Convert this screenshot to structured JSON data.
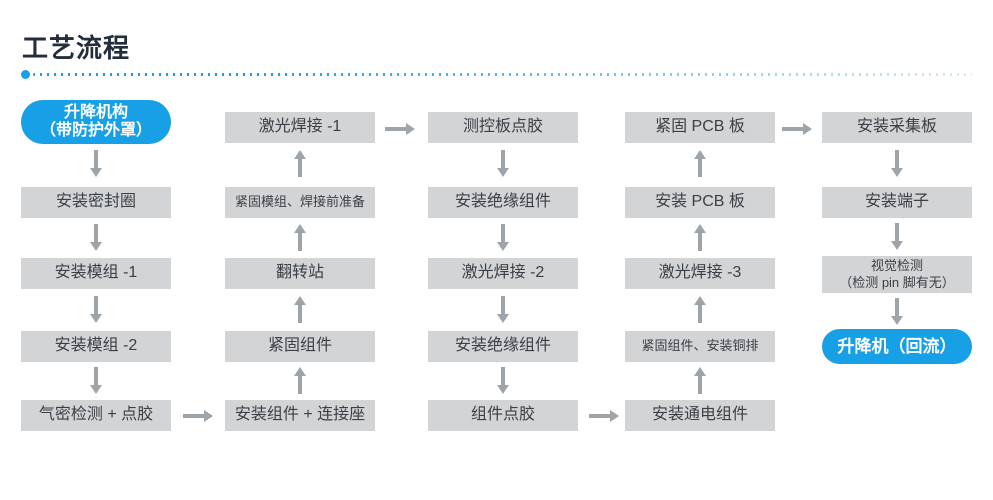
{
  "page": {
    "title": "工艺流程"
  },
  "colors": {
    "accent_blue": "#18a0e6",
    "box_gray": "#d2d4d6",
    "arrow_gray": "#9fa4a9",
    "title_dark": "#222e3a",
    "node_text": "#3a4046"
  },
  "icons": {
    "flow_arrows": [
      "arrow-down-icon",
      "arrow-up-icon",
      "arrow-right-icon"
    ]
  },
  "flow": {
    "col1": {
      "direction": "down",
      "start": {
        "line1": "升降机构",
        "line2": "（带防护外罩）"
      },
      "nodes": [
        "安装密封圈",
        "安装模组 -1",
        "安装模组 -2",
        "气密检测 + 点胶"
      ]
    },
    "col2": {
      "direction": "up",
      "nodes": [
        "激光焊接 -1",
        "紧固模组、焊接前准备",
        "翻转站",
        "紧固组件",
        "安装组件 + 连接座"
      ]
    },
    "col3": {
      "direction": "down",
      "nodes": [
        "测控板点胶",
        "安装绝缘组件",
        "激光焊接 -2",
        "安装绝缘组件",
        "组件点胶"
      ]
    },
    "col4": {
      "direction": "up",
      "nodes": [
        "紧固 PCB 板",
        "安装 PCB 板",
        "激光焊接 -3",
        "紧固组件、安装铜排",
        "安装通电组件"
      ]
    },
    "col5": {
      "direction": "down",
      "nodes": [
        "安装采集板",
        "安装端子"
      ],
      "vision": {
        "line1": "视觉检测",
        "line2": "（检测 pin 脚有无）"
      },
      "end": "升降机（回流）"
    }
  }
}
